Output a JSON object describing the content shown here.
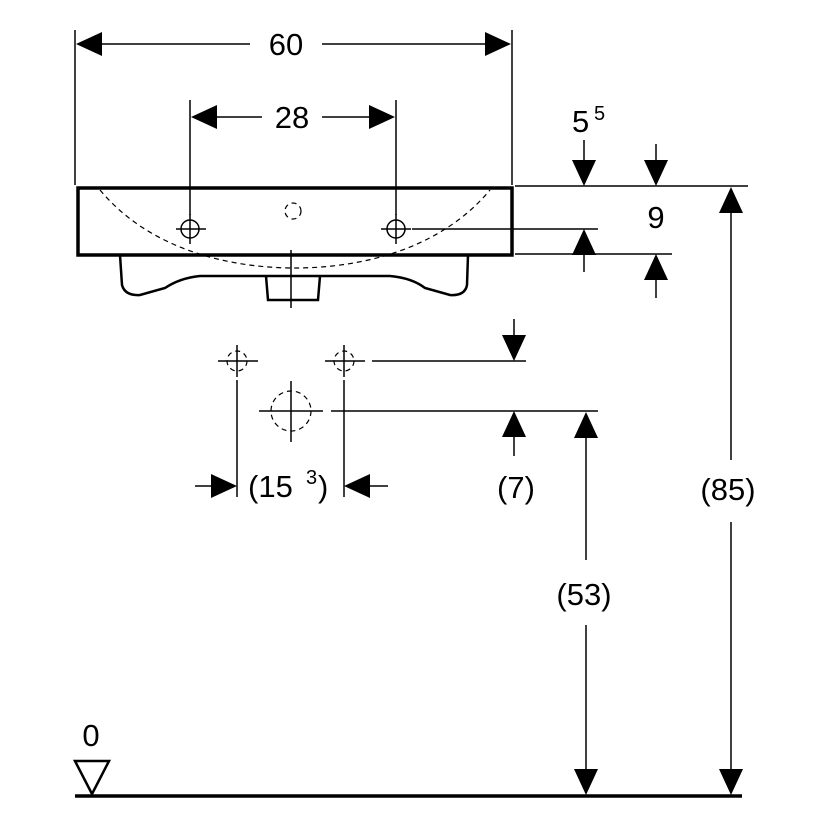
{
  "dimensions": {
    "basin_width": "60",
    "tap_hole_spacing": "28",
    "top_offset_main": "5",
    "top_offset_sup": "5",
    "rim_to_taphole": "9",
    "supply_spacing_open": "(15",
    "supply_spacing_sup": "3",
    "supply_spacing_close": ")",
    "supply_height_offset": "(7)",
    "drain_height": "(53)",
    "rim_height": "(85)",
    "floor_level": "0"
  },
  "colors": {
    "line": "#000000",
    "background": "#ffffff"
  }
}
